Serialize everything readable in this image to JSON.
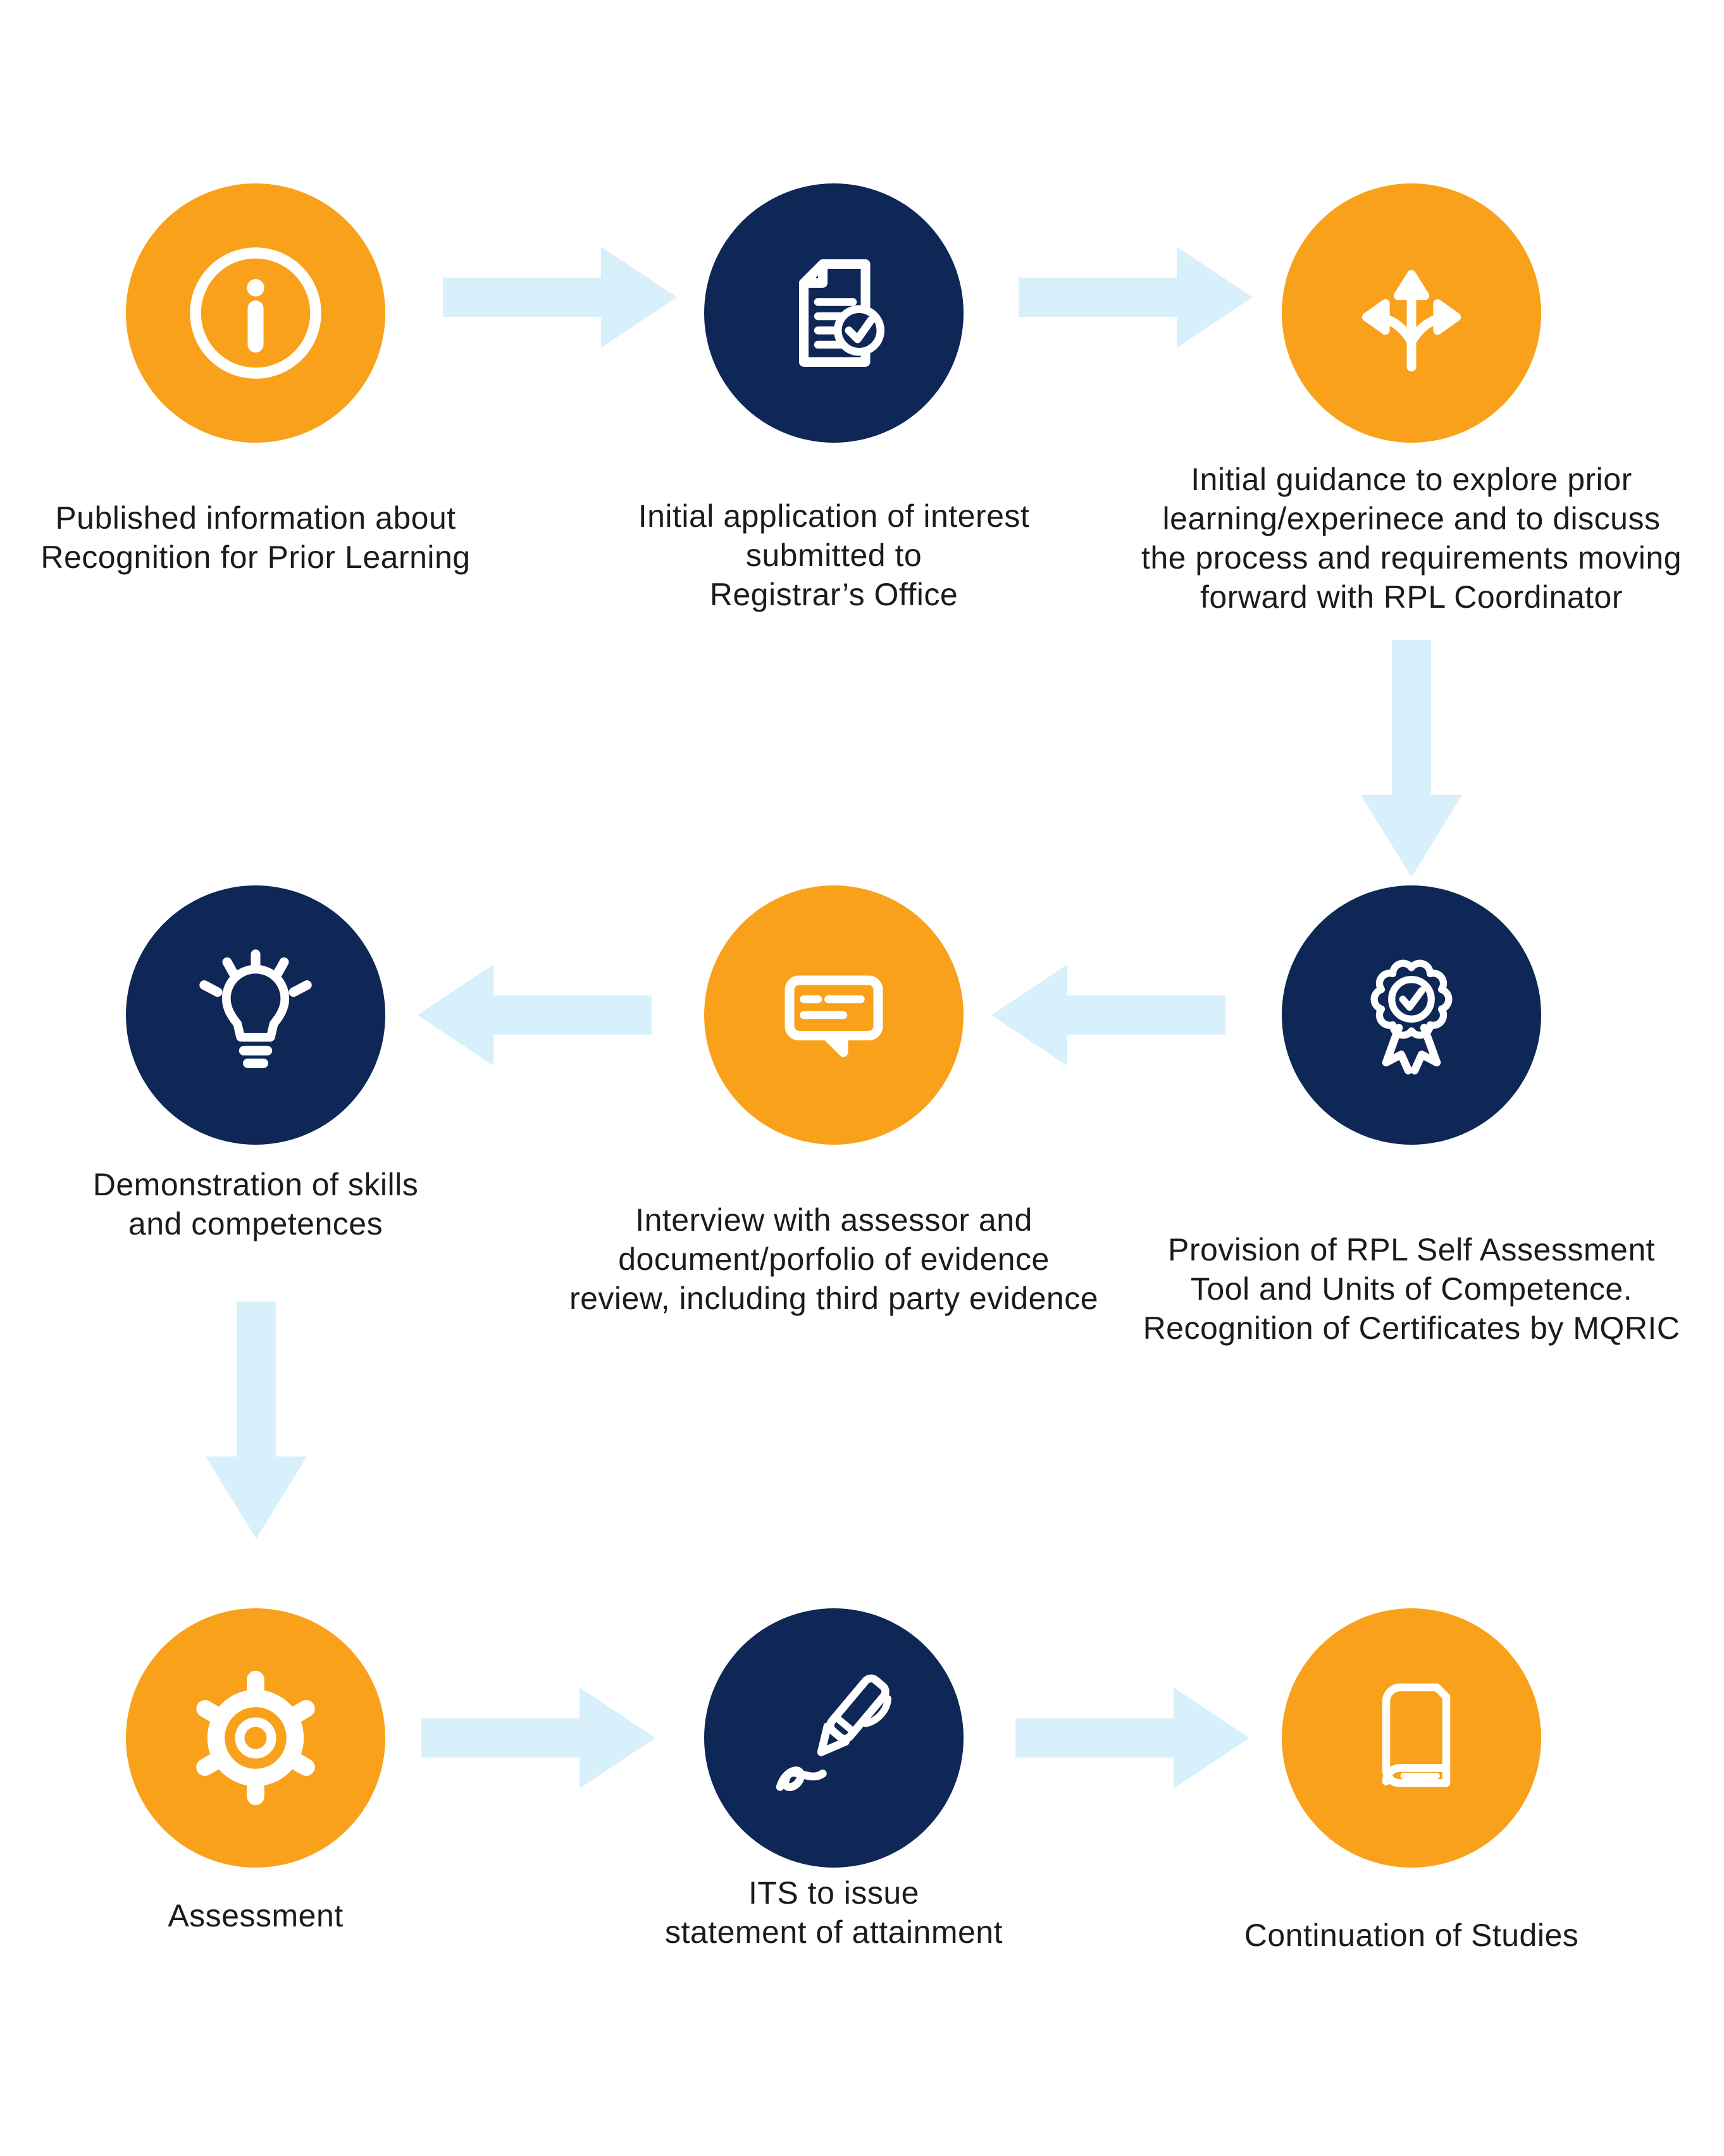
{
  "palette": {
    "orange": "#F9A11B",
    "navy": "#0F2756",
    "arrowBlue": "#D7F0FB",
    "label": "#1B1B1B",
    "icon": "#FFFFFF"
  },
  "nodes": [
    {
      "step": 1,
      "color": "orange",
      "icon": "info-icon",
      "lines": [
        "Published information about",
        "Recognition for Prior Learning"
      ]
    },
    {
      "step": 2,
      "color": "navy",
      "icon": "document-check-icon",
      "lines": [
        "Initial application of interest",
        "submitted to",
        "Registrar’s Office"
      ]
    },
    {
      "step": 3,
      "color": "orange",
      "icon": "branching-arrows-icon",
      "lines": [
        "Initial guidance to explore prior",
        "learning/experinece and to discuss",
        "the process and requirements moving",
        "forward with RPL Coordinator"
      ]
    },
    {
      "step": 4,
      "color": "navy",
      "icon": "award-ribbon-icon",
      "lines": [
        "Provision of RPL Self Assessment",
        "Tool and Units of Competence.",
        "Recognition of Certificates by MQRIC"
      ]
    },
    {
      "step": 5,
      "color": "orange",
      "icon": "chat-bubble-icon",
      "lines": [
        "Interview with assessor and",
        "document/porfolio of evidence",
        "review, including third party evidence"
      ]
    },
    {
      "step": 6,
      "color": "navy",
      "icon": "lightbulb-icon",
      "lines": [
        "Demonstration of skills",
        "and competences"
      ]
    },
    {
      "step": 7,
      "color": "orange",
      "icon": "gear-icon",
      "lines": [
        "Assessment"
      ]
    },
    {
      "step": 8,
      "color": "navy",
      "icon": "pen-signature-icon",
      "lines": [
        "ITS to issue",
        "statement of attainment"
      ]
    },
    {
      "step": 9,
      "color": "orange",
      "icon": "book-icon",
      "lines": [
        "Continuation of Studies"
      ]
    }
  ],
  "arrows": [
    {
      "from": 1,
      "to": 2,
      "direction": "right"
    },
    {
      "from": 2,
      "to": 3,
      "direction": "right"
    },
    {
      "from": 3,
      "to": 4,
      "direction": "down"
    },
    {
      "from": 4,
      "to": 5,
      "direction": "left"
    },
    {
      "from": 5,
      "to": 6,
      "direction": "left"
    },
    {
      "from": 6,
      "to": 7,
      "direction": "down"
    },
    {
      "from": 7,
      "to": 8,
      "direction": "right"
    },
    {
      "from": 8,
      "to": 9,
      "direction": "right"
    }
  ]
}
